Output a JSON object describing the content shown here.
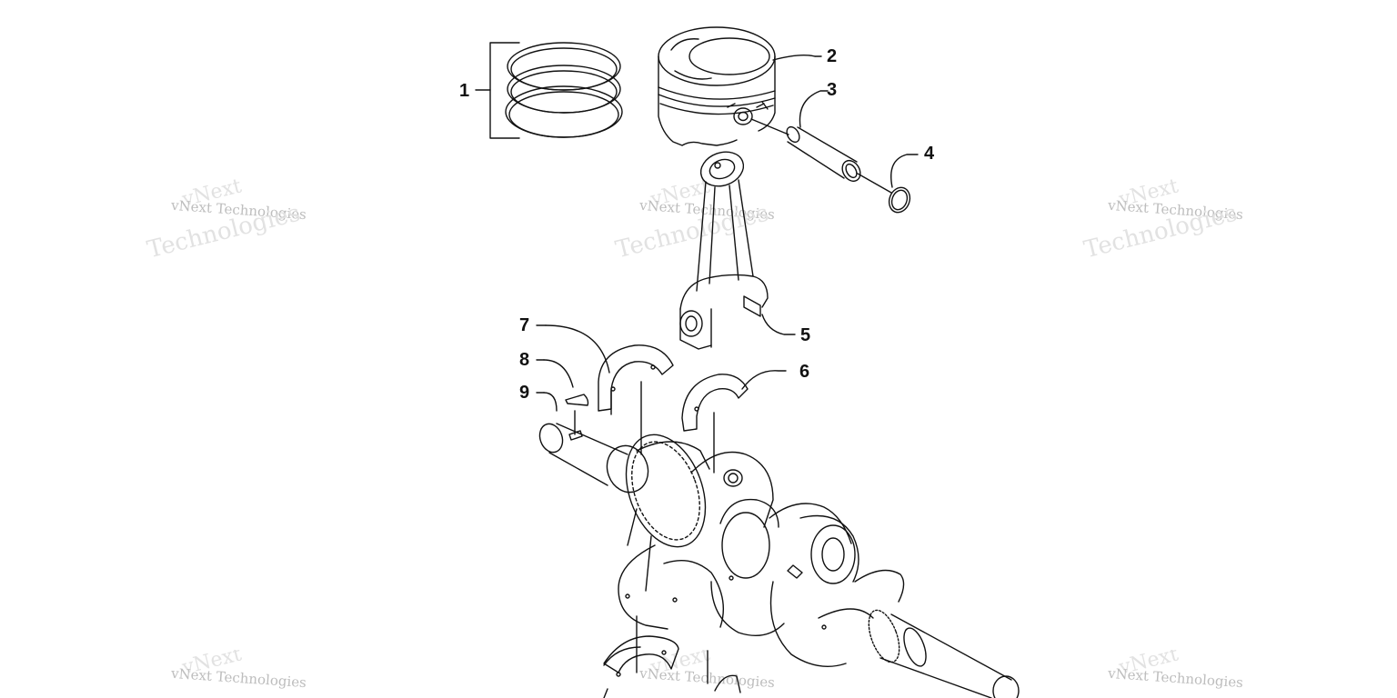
{
  "watermark": {
    "line1": "vNext",
    "line2": "vNext Technologies",
    "line3": "Technologies"
  },
  "callouts": [
    "1",
    "2",
    "3",
    "4",
    "5",
    "6",
    "7",
    "8",
    "9"
  ],
  "parts": {
    "piston_rings": "piston-rings",
    "piston": "piston",
    "piston_pin": "piston-pin",
    "circlip": "circlip",
    "connecting_rod": "connecting-rod",
    "bearing_upper": "rod-bearing",
    "bearing_lower": "main-bearing",
    "key": "woodruff-key",
    "crankshaft": "crankshaft"
  },
  "colors": {
    "line": "#111111",
    "watermark": "#d8d8d8",
    "background": "#ffffff"
  }
}
